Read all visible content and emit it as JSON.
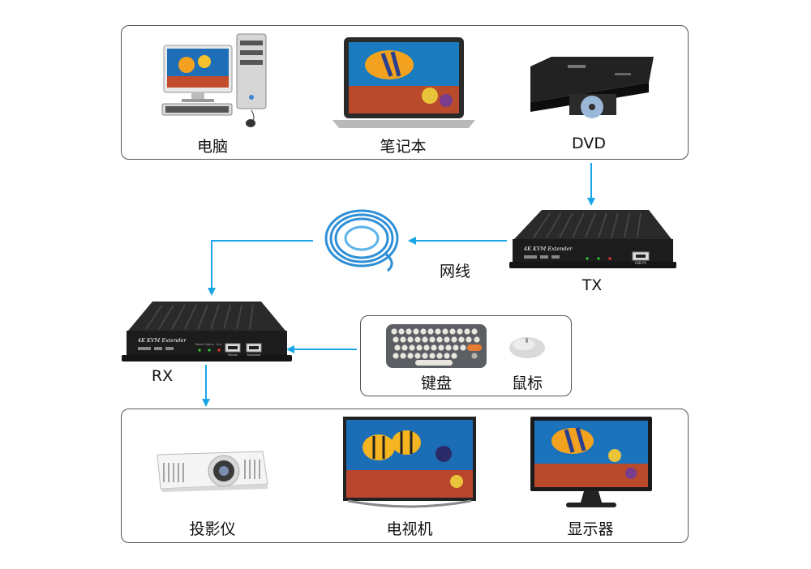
{
  "sources": {
    "computer_label": "电脑",
    "laptop_label": "笔记本",
    "dvd_label": "DVD"
  },
  "link": {
    "cable_label": "网线",
    "tx_label": "TX",
    "rx_label": "RX"
  },
  "device_text": {
    "model": "4K KVM Extender",
    "usb_label": "USB-PC",
    "mouse_port": "Mouse",
    "keyboard_port": "Keyboard",
    "indicator_1": "Power",
    "indicator_2": "Status",
    "indicator_3": "Link"
  },
  "peripherals": {
    "keyboard_label": "键盘",
    "mouse_label": "鼠标"
  },
  "outputs": {
    "projector_label": "投影仪",
    "tv_label": "电视机",
    "monitor_label": "显示器"
  },
  "colors": {
    "arrow": "#1aa6e6",
    "panel_border": "#555555",
    "device_body": "#1c1c1c",
    "cable": "#2e8fd6"
  }
}
